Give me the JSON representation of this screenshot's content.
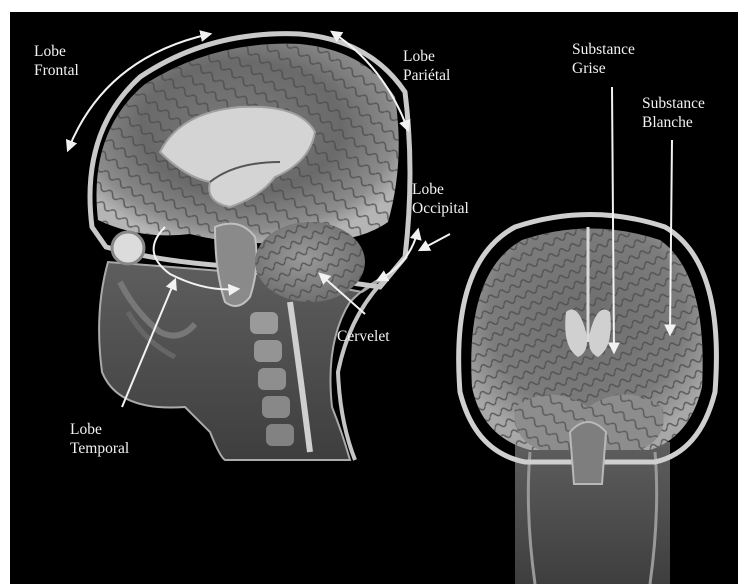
{
  "labels": {
    "lobe_frontal": {
      "line1": "Lobe",
      "line2": "Frontal"
    },
    "lobe_parietal": {
      "line1": "Lobe",
      "line2": "Pariétal"
    },
    "lobe_occipital": {
      "line1": "Lobe",
      "line2": "Occipital"
    },
    "lobe_temporal": {
      "line1": "Lobe",
      "line2": "Temporal"
    },
    "cervelet": {
      "line1": "Cervelet"
    },
    "substance_grise": {
      "line1": "Substance",
      "line2": "Grise"
    },
    "substance_blanche": {
      "line1": "Substance",
      "line2": "Blanche"
    }
  },
  "colors": {
    "background": "#000000",
    "annotation": "#f2f2f2",
    "grey_matter": "#8f8f8f",
    "white_matter": "#5a5a5a",
    "csf": "#d8d8d8"
  }
}
